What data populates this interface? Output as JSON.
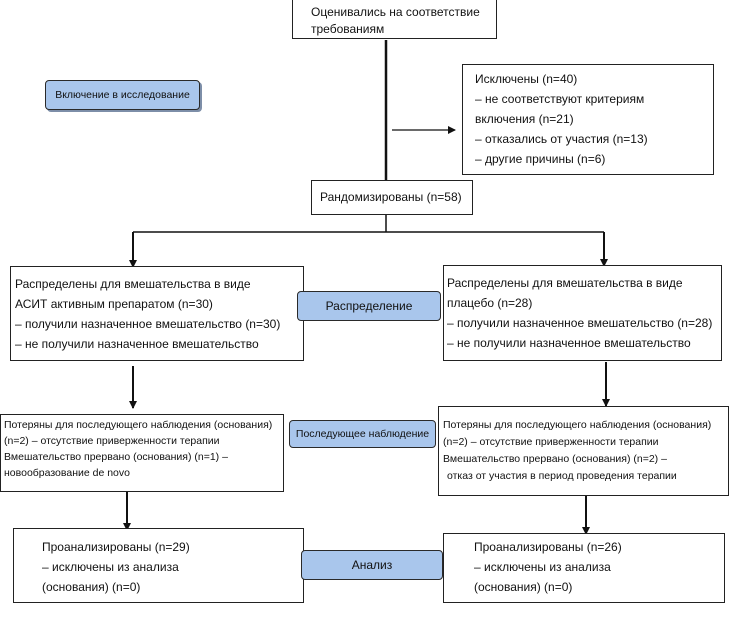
{
  "boxes": {
    "assessed": [
      "Оценивались на соответствие",
      "требованиям"
    ],
    "excluded": [
      "Исключены (n=40)",
      "– не соответствуют критериям",
      "включения (n=21)",
      "– отказались от участия (n=13)",
      "– другие причины (n=6)"
    ],
    "randomized": [
      "Рандомизированы (n=58)"
    ],
    "alloc_left": [
      "Распределены для вмешательства в виде",
      "АСИТ активным препаратом (n=30)",
      "– получили назначенное вмешательство (n=30)",
      "– не получили назначенное вмешательство"
    ],
    "alloc_right": [
      "Распределены для вмешательства в виде",
      "плацебо (n=28)",
      "– получили назначенное вмешательство (n=28)",
      "– не получили назначенное вмешательство"
    ],
    "follow_left": [
      "Потеряны для последующего наблюдения (основания)",
      "(n=2) – отсутствие приверженности терапии",
      "Вмешательство прервано (основания) (n=1) –",
      "новообразование de novo"
    ],
    "follow_right": [
      "Потеряны для последующего наблюдения (основания)",
      "(n=2) – отсутствие приверженности терапии",
      "Вмешательство прервано (основания) (n=2) –",
      "отказ от участия в период проведения терапии"
    ],
    "analysis_left": [
      "Проанализированы (n=29)",
      "– исключены из анализа",
      "(основания) (n=0)"
    ],
    "analysis_right": [
      "Проанализированы (n=26)",
      "– исключены из анализа",
      "(основания) (n=0)"
    ]
  },
  "stages": {
    "enrollment": "Включение в исследование",
    "allocation": "Распределение",
    "followup": "Последующее наблюдение",
    "analysis": "Анализ"
  },
  "colors": {
    "stage_fill": "#a9c6ec",
    "line": "#111111"
  }
}
